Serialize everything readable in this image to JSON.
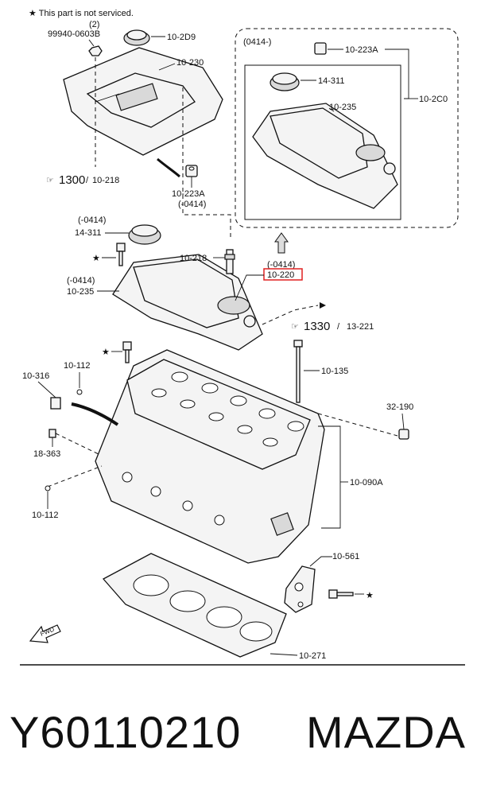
{
  "notice": "★ This part is not serviced.",
  "labels": {
    "qty_2": "(2)",
    "p_99940": "99940-0603B",
    "p_10_2D9": "10-2D9",
    "p_10_230": "10-230",
    "p_0414_range": "(0414-)",
    "p_10_223A_top": "10-223A",
    "p_14_311_box": "14-311",
    "p_10_2C0": "10-2C0",
    "p_10_235_box": "10-235",
    "p_1300": "1300",
    "p_10_218_ref": "10-218",
    "p_10_223A_mid": "10-223A",
    "p_0414_a": "(-0414)",
    "p_0414_b": "(-0414)",
    "p_14_311": "14-311",
    "p_10_218": "10-218",
    "p_0414_c": "(-0414)",
    "p_10_220": "10-220",
    "p_0414_d": "(-0414)",
    "p_10_235": "10-235",
    "p_1330": "1330",
    "p_13_221": "13-221",
    "p_10_112_a": "10-112",
    "p_10_316": "10-316",
    "p_10_135": "10-135",
    "p_32_190": "32-190",
    "p_18_363": "18-363",
    "p_10_090A": "10-090A",
    "p_10_112_b": "10-112",
    "p_10_561": "10-561",
    "p_10_271": "10-271",
    "fwd": "FWD"
  },
  "highlight_color": "#e02020",
  "caption": {
    "part_number": "Y60110210",
    "brand": "MAZDA"
  }
}
